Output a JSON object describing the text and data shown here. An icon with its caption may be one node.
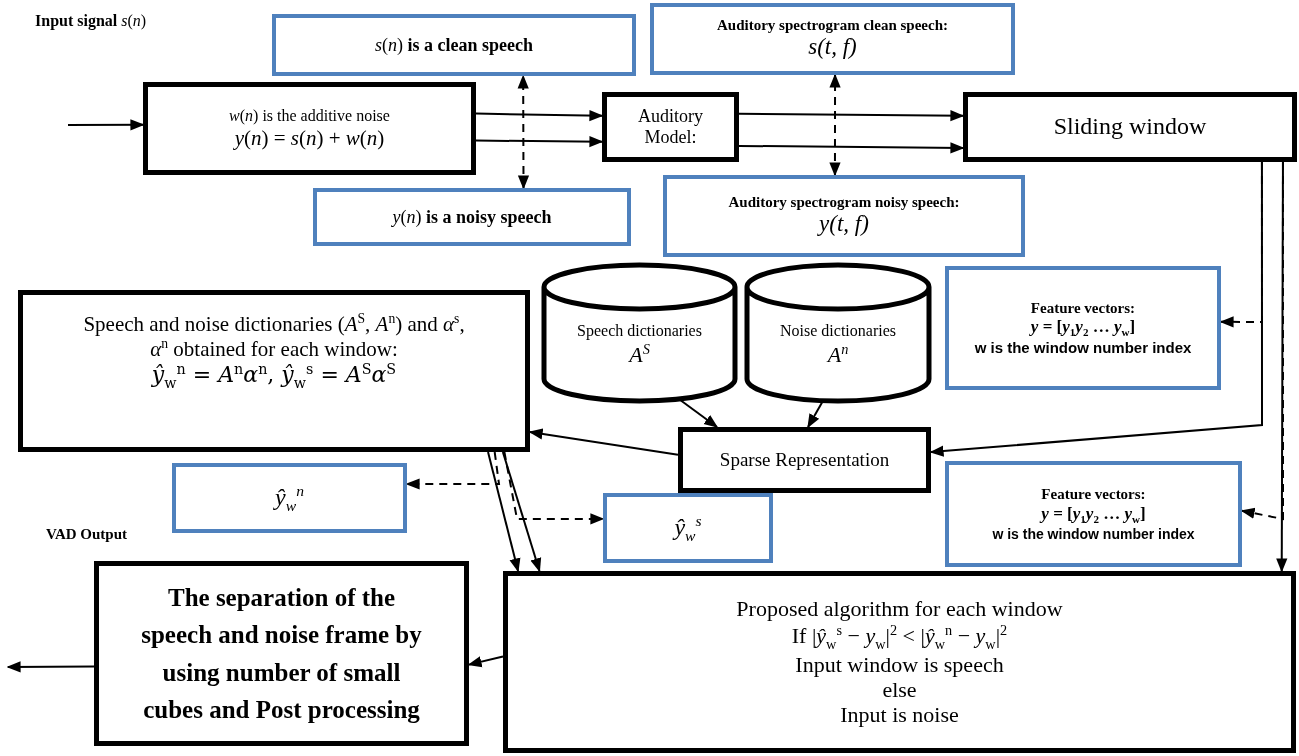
{
  "diagram": {
    "nodes": [
      {
        "text": [
          "*s*(*n*) **is a clean speech**"
        ]
      },
      {
        "text": [
          "*w*(*n*)  is the additive noise",
          "*y*(*n*) = *s*(*n*) + *w*(*n*)"
        ]
      },
      {
        "text": [
          "*y*(*n*) **is a noisy speech**"
        ]
      },
      {
        "text": [
          "Auditory Model:"
        ]
      },
      {
        "text": [
          "Auditory spectrogram clean speech:",
          "s(t, f)"
        ]
      },
      {
        "text": [
          "Auditory spectrogram noisy speech:",
          "y(t, f)"
        ]
      },
      {
        "text": [
          "Sliding window"
        ]
      },
      {
        "text": [
          "Speech and noise dictionaries (*A*$^{S}$, *A*$^{n}$) and *α*$^{s}$, *α*$^{n}$ obtained for each window:",
          "*ŷ*$_{w}$$^{n}$ = *A*$^{n}$*α*$^{n}$, *ŷ*$_{w}$$^{s}$ = *A*$^{S}$*α*$^{S}$"
        ]
      },
      {
        "text": [
          "Speech dictionaries",
          "A$^{S}$"
        ]
      },
      {
        "text": [
          "Noise dictionaries",
          "A$^{n}$"
        ]
      },
      {
        "text": [
          "Feature vectors:",
          "*y* = [*y*$_{1}$*y*$_{2}$ … *y*$_{w}$]",
          "w is the window number index"
        ]
      },
      {
        "text": [
          "Sparse Representation"
        ]
      },
      {
        "text": [
          "ŷ$_{w}$$^{n}$"
        ]
      },
      {
        "text": [
          "ŷ$_{w}$$^{s}$"
        ]
      },
      {
        "text": [
          "Feature vectors:",
          "*y* = [*y*$_{1}$*y*$_{2}$ … *y*$_{w}$]",
          "w is the window number index"
        ]
      },
      {
        "text": [
          "The separation of the speech and noise frame by using number of small cubes and Post processing"
        ]
      },
      {
        "text": [
          "Proposed algorithm for each window",
          "If  |*ŷ*$_{w}$$^{s}$ − *y*$_{w}$|$^{2}$ < |*ŷ*$_{w}$$^{n}$ − *y*$_{w}$|$^{2}$",
          "Input window is speech",
          "else",
          "Input is noise"
        ]
      }
    ],
    "edges": [
      {
        "from": null,
        "to": 1,
        "arrow": "to"
      },
      {
        "from": 1,
        "to": 3,
        "arrow": "to"
      },
      {
        "from": 1,
        "to": 3,
        "arrow": "to"
      },
      {
        "from": 2,
        "to": 0,
        "arrow": "both",
        "style": "dashed"
      },
      {
        "from": 3,
        "to": 6,
        "arrow": "to"
      },
      {
        "from": 3,
        "to": 6,
        "arrow": "to"
      },
      {
        "from": 5,
        "to": 4,
        "arrow": "both",
        "style": "dashed"
      },
      {
        "from": 6,
        "to": 11,
        "arrow": "to"
      },
      {
        "from": 6,
        "to": 16,
        "arrow": "to"
      },
      {
        "from": 6,
        "to": 10,
        "arrow": "to",
        "style": "dashed"
      },
      {
        "from": 6,
        "to": 14,
        "arrow": "to",
        "style": "dashed"
      },
      {
        "from": 8,
        "to": 11,
        "arrow": "to"
      },
      {
        "from": 9,
        "to": 11,
        "arrow": "to"
      },
      {
        "from": 11,
        "to": 7,
        "arrow": "to"
      },
      {
        "from": 7,
        "to": 16,
        "arrow": "to"
      },
      {
        "from": 7,
        "to": 16,
        "arrow": "to"
      },
      {
        "from": 7,
        "to": 12,
        "arrow": "to",
        "style": "dashed"
      },
      {
        "from": 7,
        "to": 13,
        "arrow": "to",
        "style": "dashed"
      },
      {
        "from": 16,
        "to": 15,
        "arrow": "to"
      },
      {
        "from": 15,
        "to": null,
        "arrow": "to"
      }
    ],
    "labels": [
      "**Input signal** *s*(*n*)",
      "VAD Output"
    ]
  }
}
